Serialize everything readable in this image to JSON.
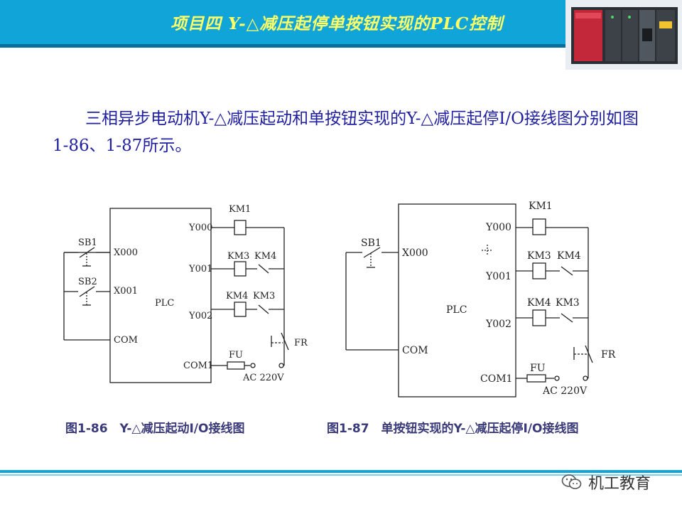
{
  "header": {
    "title": "项目四   Y-△减压起停单按钮实现的PLC控制"
  },
  "intro": "三相异步电动机Y-△减压起动和单按钮实现的Y-△减压起停I/O接线图分别如图1-86、1-87所示。",
  "diagram1": {
    "plc": "PLC",
    "inputs": [
      "X000",
      "X001"
    ],
    "com": "COM",
    "buttons": [
      "SB1",
      "SB2"
    ],
    "outputs": [
      "Y000",
      "Y001",
      "Y002"
    ],
    "com1": "COM1",
    "coils": [
      "KM1",
      "KM3",
      "KM4"
    ],
    "contacts": [
      "KM4",
      "KM3"
    ],
    "fr": "FR",
    "fu": "FU",
    "supply": "AC 220V"
  },
  "diagram2": {
    "plc": "PLC",
    "input": "X000",
    "com": "COM",
    "button": "SB1",
    "outputs": [
      "Y000",
      "Y001",
      "Y002"
    ],
    "com1": "COM1",
    "coils": [
      "KM1",
      "KM3",
      "KM4"
    ],
    "contacts": [
      "KM4",
      "KM3"
    ],
    "fr": "FR",
    "fu": "FU",
    "supply": "AC 220V"
  },
  "captions": {
    "fig1": "图1-86　Y-△减压起动I/O接线图",
    "fig2": "图1-87　单按钮实现的Y-△减压起停I/O接线图"
  },
  "watermark": {
    "icon": "wechat-icon",
    "text": "机工教育"
  }
}
